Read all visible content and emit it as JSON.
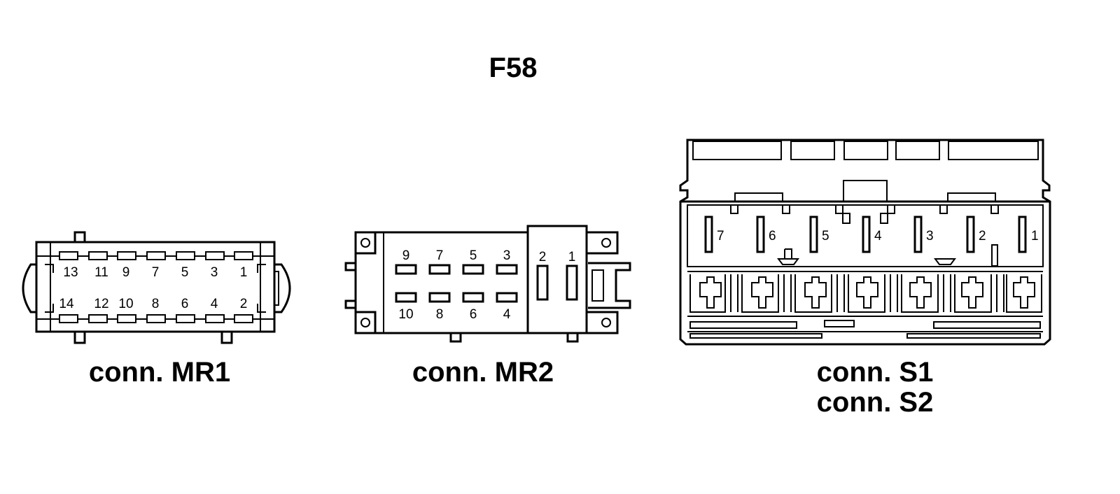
{
  "title": "F58",
  "connectors": {
    "mr1": {
      "caption": "conn. MR1",
      "top_pins": [
        "13",
        "11",
        "9",
        "7",
        "5",
        "3",
        "1"
      ],
      "bottom_pins": [
        "14",
        "12",
        "10",
        "8",
        "6",
        "4",
        "2"
      ]
    },
    "mr2": {
      "caption": "conn. MR2",
      "top_pins": [
        "9",
        "7",
        "5",
        "3"
      ],
      "bottom_pins": [
        "10",
        "8",
        "6",
        "4"
      ],
      "side_pins": [
        "2",
        "1"
      ]
    },
    "s": {
      "caption_line1": "conn. S1",
      "caption_line2": "conn. S2",
      "pins": [
        "7",
        "6",
        "5",
        "4",
        "3",
        "2",
        "1"
      ]
    }
  }
}
